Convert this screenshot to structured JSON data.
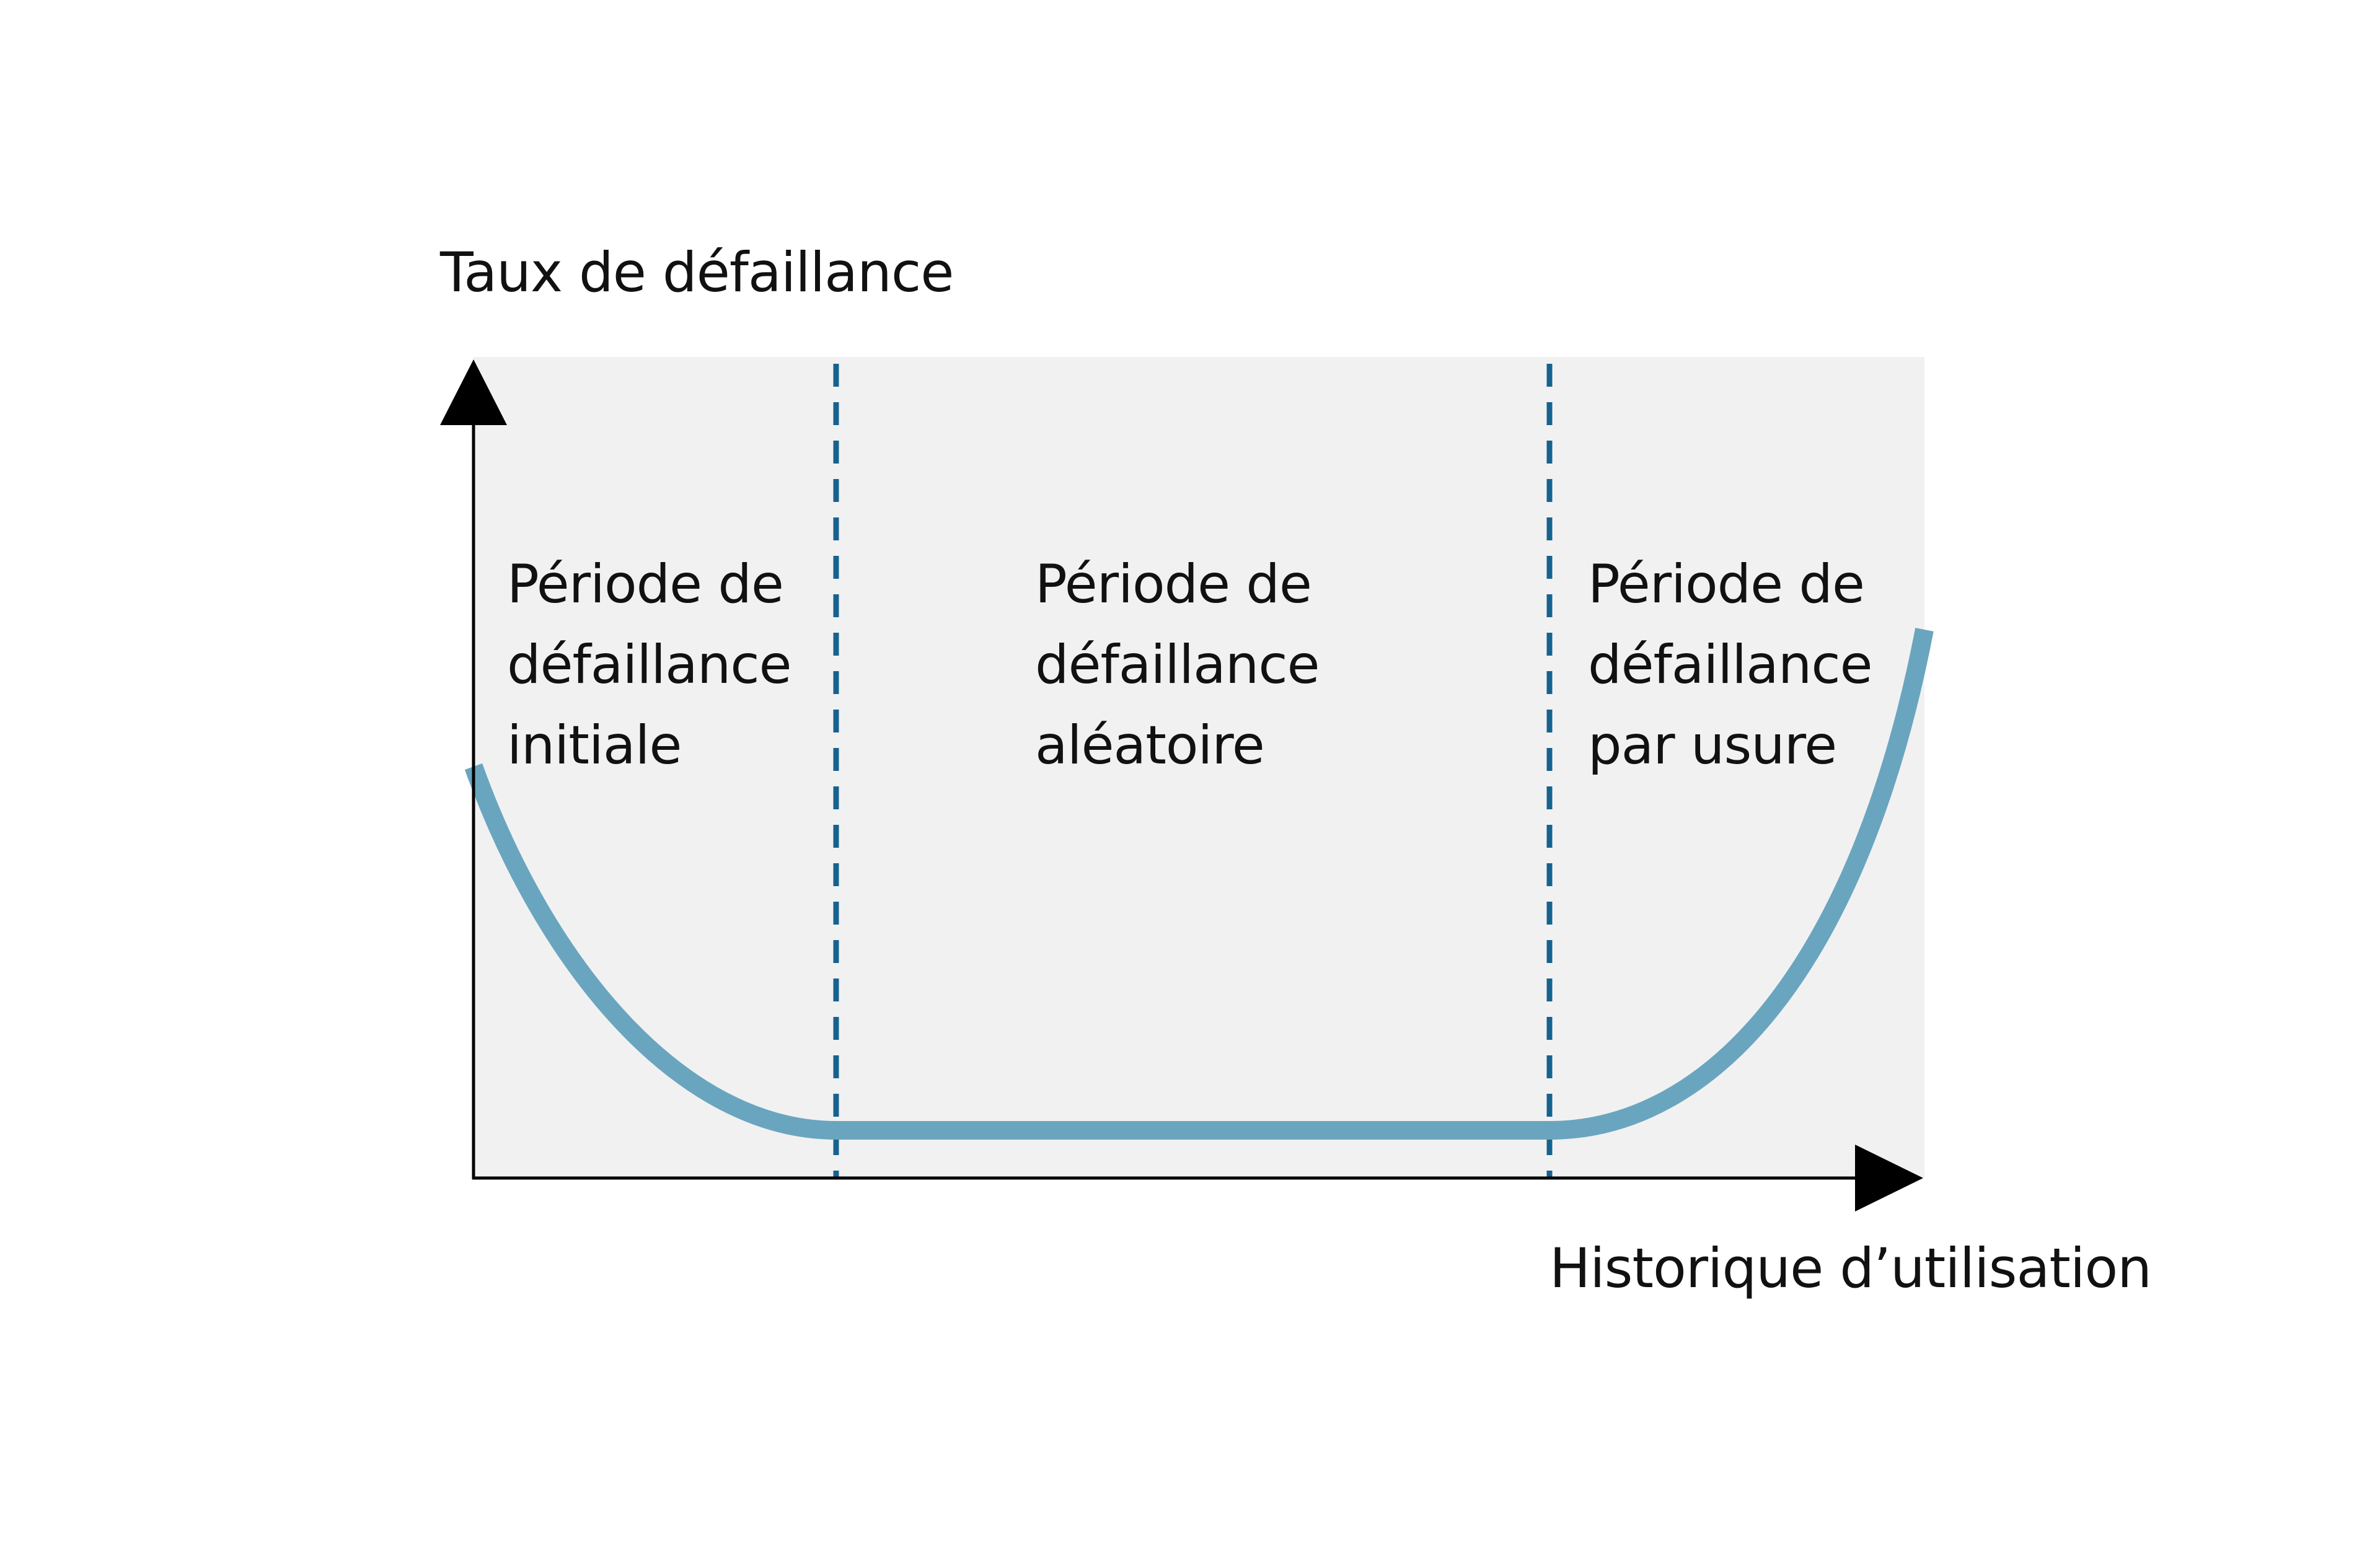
{
  "chart_data": {
    "type": "line",
    "title": "",
    "ylabel": "Taux de défaillance",
    "xlabel": "Historique d’utilisation",
    "grid": false,
    "legend": null,
    "description": "Courbe en baignoire (bathtub curve) du taux de défaillance",
    "series": [
      {
        "name": "Taux de défaillance",
        "color": "#6aa5bf",
        "x": [
          0,
          0.05,
          0.1,
          0.15,
          0.2,
          0.25,
          0.3,
          0.4,
          0.5,
          0.6,
          0.7,
          0.75,
          0.8,
          0.85,
          0.9,
          0.95,
          1.0
        ],
        "values": [
          0.58,
          0.41,
          0.26,
          0.14,
          0.06,
          0.02,
          0.0,
          0.0,
          0.0,
          0.0,
          0.0,
          0.02,
          0.07,
          0.16,
          0.3,
          0.49,
          0.75
        ]
      }
    ],
    "region_boundaries": [
      0.25,
      0.74
    ],
    "regions": [
      {
        "lines": [
          "Période de",
          "défaillance",
          "initiale"
        ]
      },
      {
        "lines": [
          "Période de",
          "défaillance",
          "aléatoire"
        ]
      },
      {
        "lines": [
          "Période de",
          "défaillance",
          "par usure"
        ]
      }
    ],
    "xlim": [
      0,
      1
    ],
    "ylim": [
      0,
      1
    ]
  },
  "colors": {
    "curve": "#6aa5bf",
    "divider": "#16628f",
    "plot_background": "#f1f1f2",
    "axis": "#000000"
  }
}
